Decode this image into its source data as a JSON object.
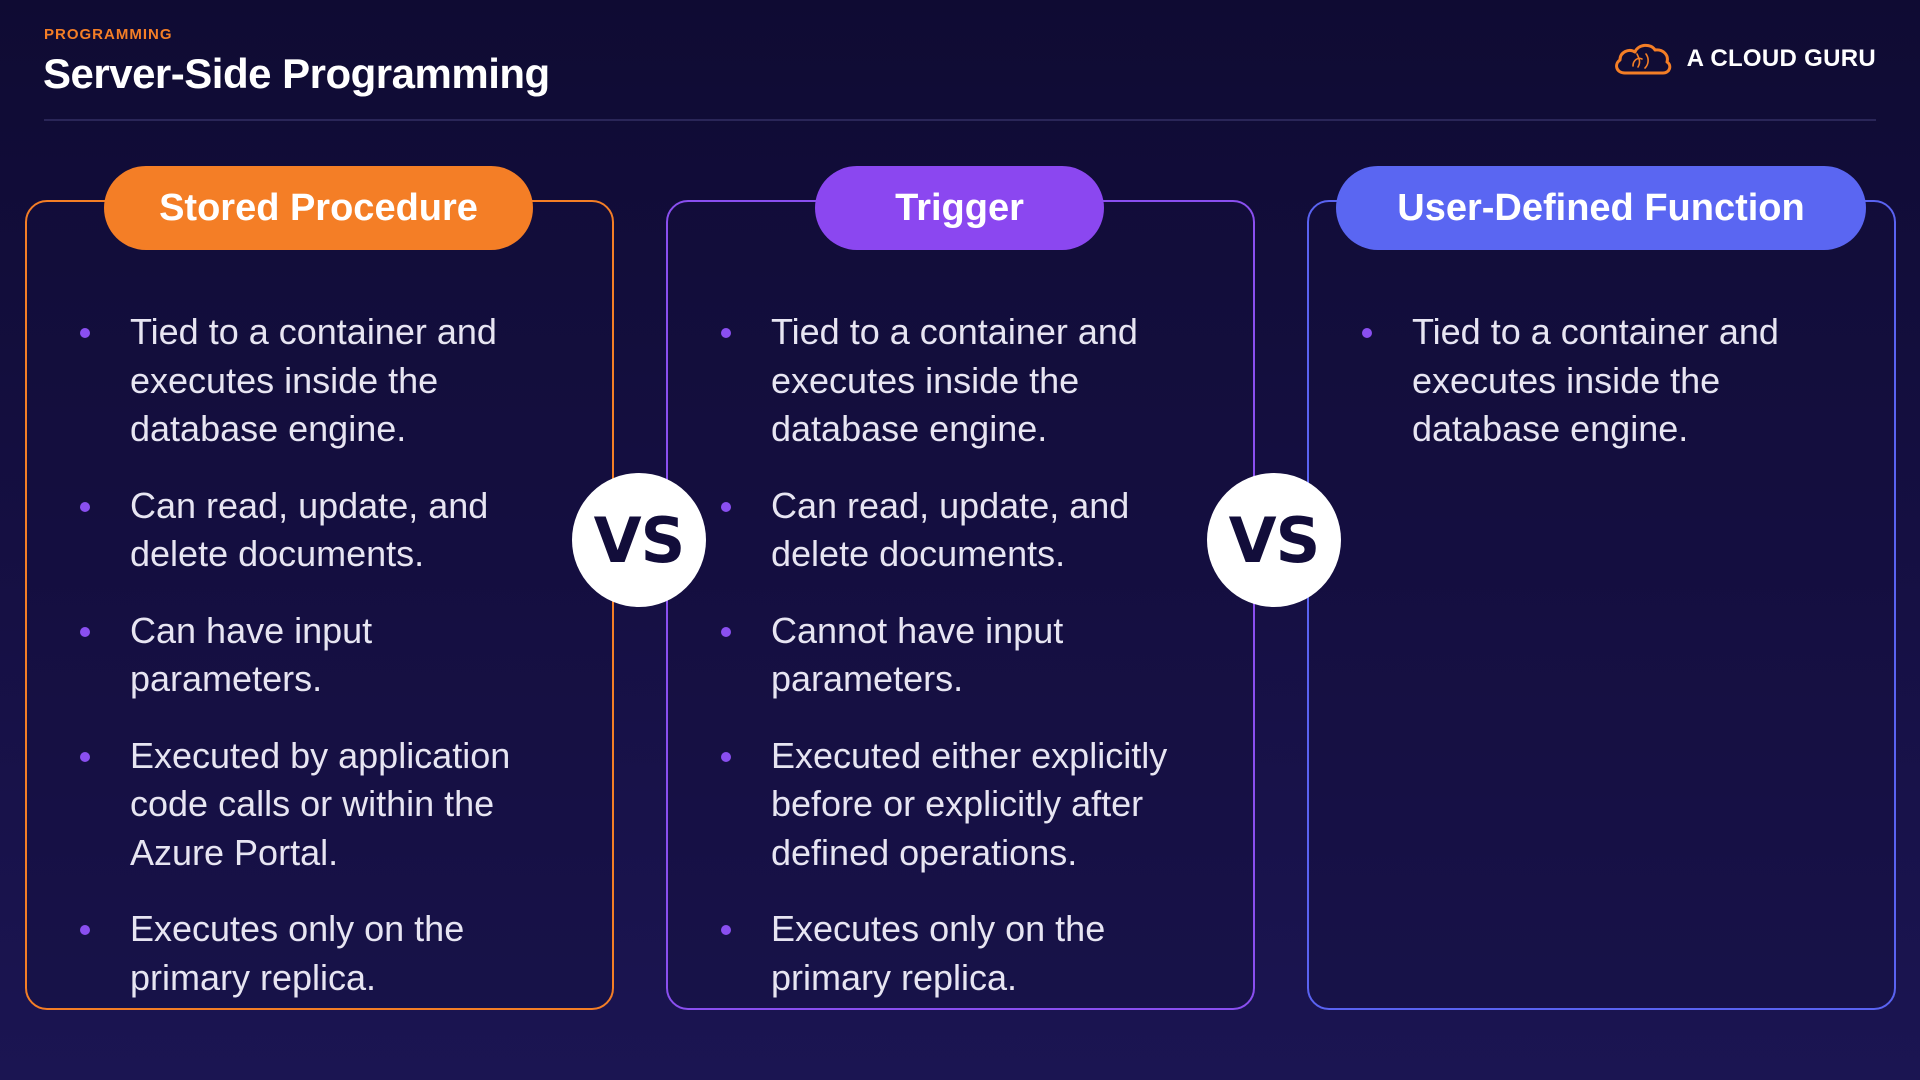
{
  "header": {
    "eyebrow": "PROGRAMMING",
    "title": "Server-Side Programming",
    "brand": "A CLOUD GURU",
    "brand_icon": "cloud-logo-icon"
  },
  "colors": {
    "orange": "#f47e26",
    "purple": "#8b47f0",
    "blue": "#5a66f2",
    "background": "#150f42"
  },
  "columns": [
    {
      "title": "Stored Procedure",
      "items": [
        "Tied to a container and executes inside the database engine.",
        "Can read, update, and delete documents.",
        "Can have input parameters.",
        "Executed by application code calls or within the Azure Portal.",
        "Executes only on the primary replica."
      ]
    },
    {
      "title": "Trigger",
      "items": [
        "Tied to a container and executes inside the database engine.",
        "Can read, update, and delete documents.",
        "Cannot have input parameters.",
        "Executed either explicitly before or explicitly after defined operations.",
        "Executes only on the primary replica."
      ]
    },
    {
      "title": "User-Defined Function",
      "items": [
        "Tied to a container and executes inside the database engine."
      ]
    }
  ],
  "vs_label": "VS"
}
